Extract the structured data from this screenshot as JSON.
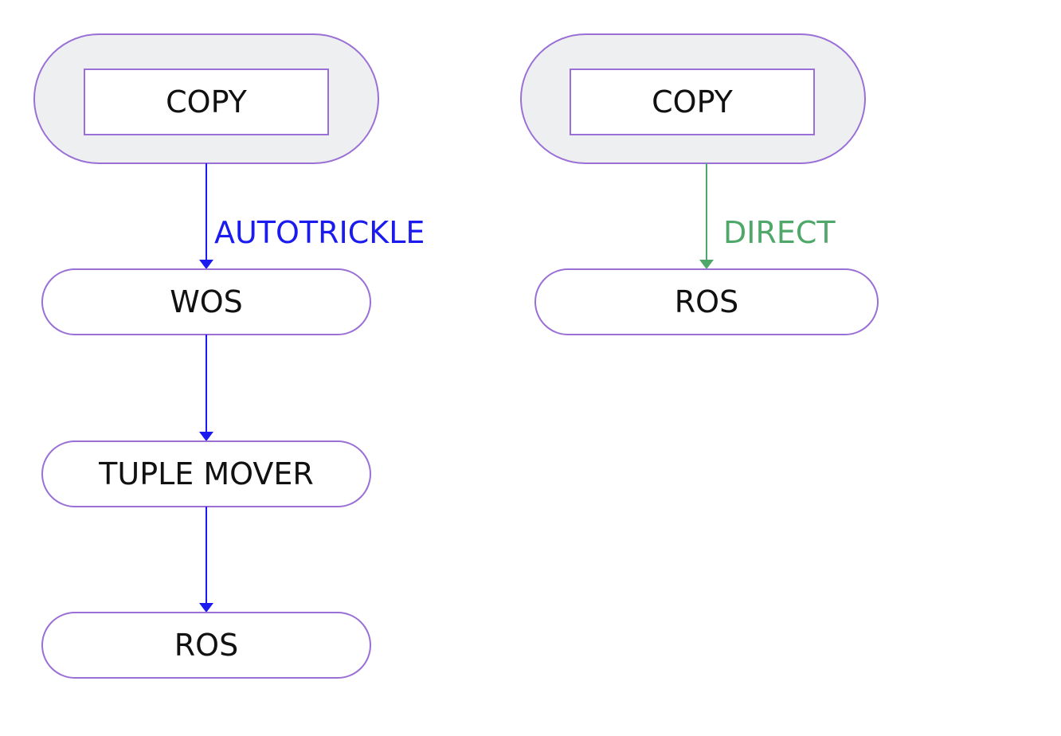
{
  "colors": {
    "node_border": "#9a6fd6",
    "capsule_fill": "#eeeff1",
    "autotrickle_path": "#1b1bf0",
    "direct_path": "#4fa86a",
    "text": "#111111"
  },
  "left_flow": {
    "copy_label": "COPY",
    "edge_label": "AUTOTRICKLE",
    "nodes": [
      "WOS",
      "TUPLE MOVER",
      "ROS"
    ]
  },
  "right_flow": {
    "copy_label": "COPY",
    "edge_label": "DIRECT",
    "nodes": [
      "ROS"
    ]
  }
}
